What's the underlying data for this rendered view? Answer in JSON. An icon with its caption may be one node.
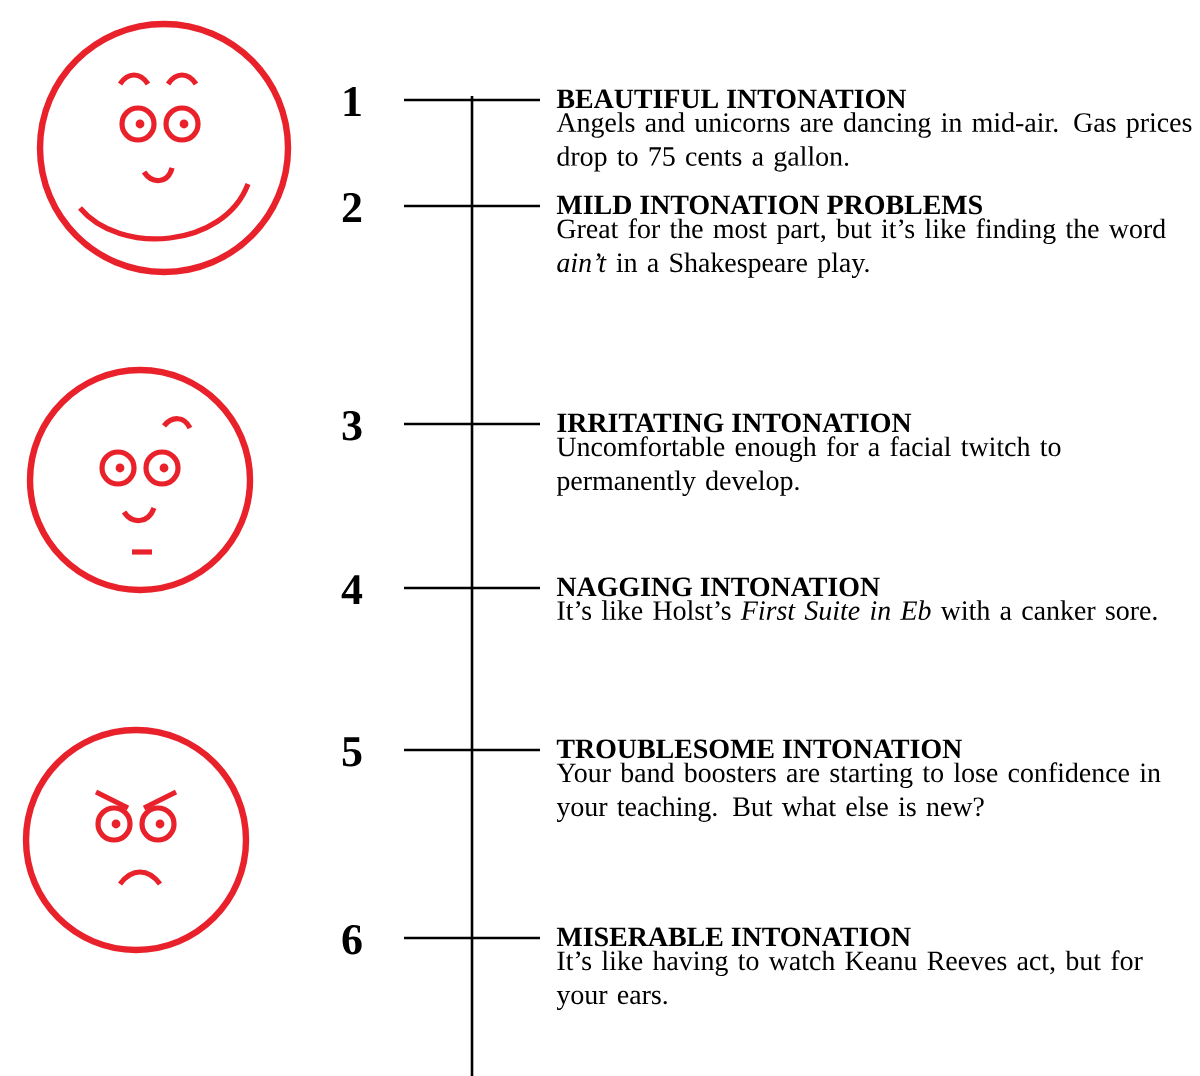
{
  "diagram": {
    "labels": [
      "1",
      "BEAUTIFUL INTONATION",
      "Angels and unicorns are dancing in mid-air. Gas prices drop to 75 cents a gallon.",
      "2",
      "MILD INTONATION PROBLEMS",
      "Great for the most part, but it’s like finding the word *ain’t* in a Shakespeare play.",
      "3",
      "IRRITATING INTONATION",
      "Uncomfortable enough for a facial twitch to permanently develop.",
      "4",
      "NAGGING INTONATION",
      "It’s like Holst’s *First Suite in Eb* with a canker sore.",
      "5",
      "TROUBLESOME INTONATION",
      "Your band boosters are starting to lose confidence in your teaching. But what else is new?",
      "6",
      "MISERABLE INTONATION",
      "It’s like having to watch Keanu Reeves act, but for your ears."
    ]
  }
}
